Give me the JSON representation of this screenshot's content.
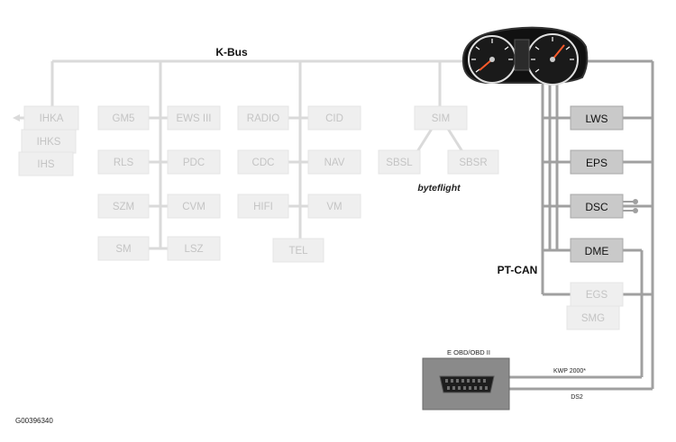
{
  "bus_labels": {
    "kbus": "K-Bus",
    "byteflight": "byteflight",
    "ptcan": "PT-CAN"
  },
  "modules_faded": {
    "ihka": "IHKA",
    "ihks": "IHKS",
    "ihs": "IHS",
    "gm5": "GM5",
    "rls": "RLS",
    "szm": "SZM",
    "sm": "SM",
    "ews": "EWS III",
    "pdc": "PDC",
    "cvm": "CVM",
    "lsz": "LSZ",
    "radio": "RADIO",
    "cdc": "CDC",
    "hifi": "HIFI",
    "tel": "TEL",
    "cid": "CID",
    "nav": "NAV",
    "vm": "VM",
    "sim": "SIM",
    "sbsl": "SBSL",
    "sbsr": "SBSR",
    "egs": "EGS",
    "smg": "SMG"
  },
  "modules_active": {
    "lws": "LWS",
    "eps": "EPS",
    "dsc": "DSC",
    "dme": "DME"
  },
  "obd": {
    "title": "E OBD/OBD II",
    "line1": "KWP 2000*",
    "line2": "DS2"
  },
  "figure_id": "G00396340",
  "colors": {
    "bus_line": "#d9d9d9",
    "faded_box": "#efefef",
    "faded_text": "#c4c4c4",
    "active_box": "#c7c7c7",
    "ptcan_line": "#9a9a9a",
    "obd_box": "#888888"
  }
}
